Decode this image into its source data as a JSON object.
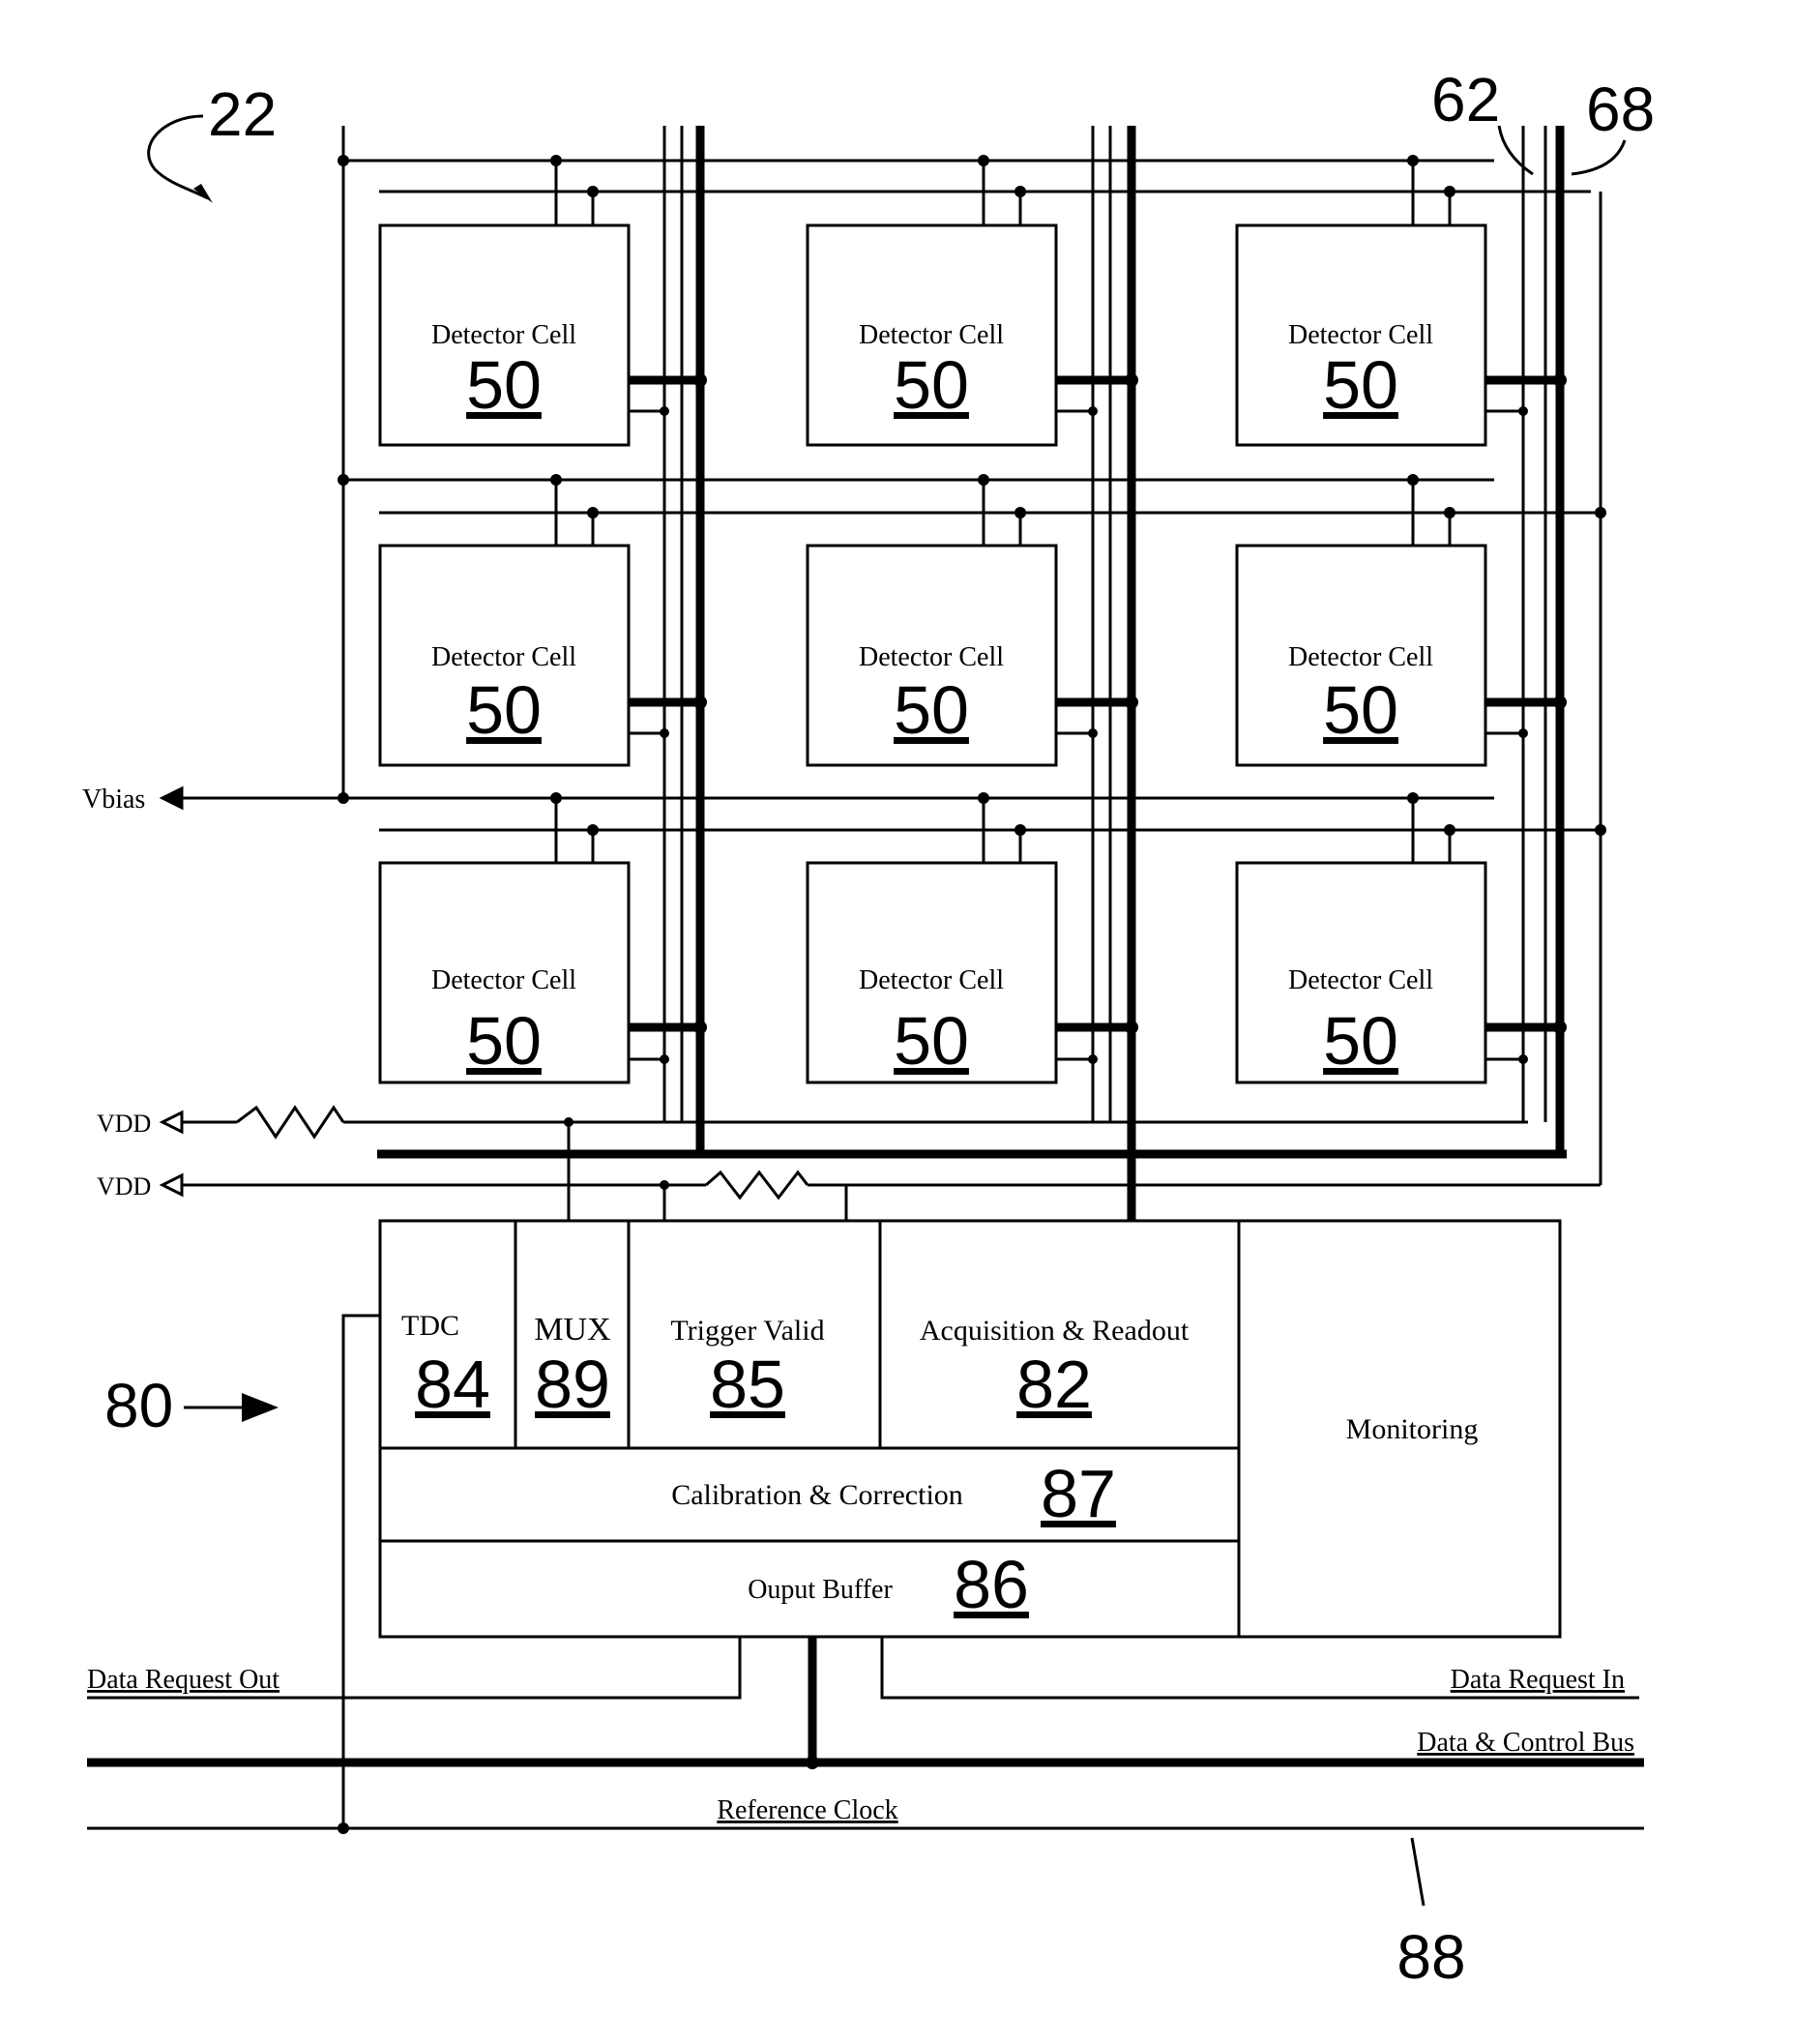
{
  "figure": {
    "ref_array": "22",
    "ref_wire_a": "62",
    "ref_wire_b": "68",
    "ref_circuit": "80",
    "ref_clock_line": "88"
  },
  "detector_cells": [
    {
      "label": "Detector Cell",
      "number": "50"
    },
    {
      "label": "Detector Cell",
      "number": "50"
    },
    {
      "label": "Detector Cell",
      "number": "50"
    },
    {
      "label": "Detector Cell",
      "number": "50"
    },
    {
      "label": "Detector Cell",
      "number": "50"
    },
    {
      "label": "Detector Cell",
      "number": "50"
    },
    {
      "label": "Detector Cell",
      "number": "50"
    },
    {
      "label": "Detector Cell",
      "number": "50"
    },
    {
      "label": "Detector Cell",
      "number": "50"
    }
  ],
  "supply": {
    "vbias": "Vbias",
    "vdd_top": "VDD",
    "vdd_bottom": "VDD"
  },
  "blocks": {
    "tdc": {
      "label": "TDC",
      "number": "84"
    },
    "mux": {
      "label": "MUX",
      "number": "89"
    },
    "trigger": {
      "label": "Trigger Valid",
      "number": "85"
    },
    "acquisition": {
      "label": "Acquisition & Readout",
      "number": "82"
    },
    "calibration": {
      "label": "Calibration & Correction",
      "number": "87"
    },
    "buffer": {
      "label": "Ouput Buffer",
      "number": "86"
    },
    "monitoring": {
      "label": "Monitoring"
    }
  },
  "signals": {
    "data_request_out": "Data Request Out",
    "data_request_in": "Data Request In",
    "data_control_bus": "Data & Control Bus",
    "reference_clock": "Reference Clock"
  }
}
